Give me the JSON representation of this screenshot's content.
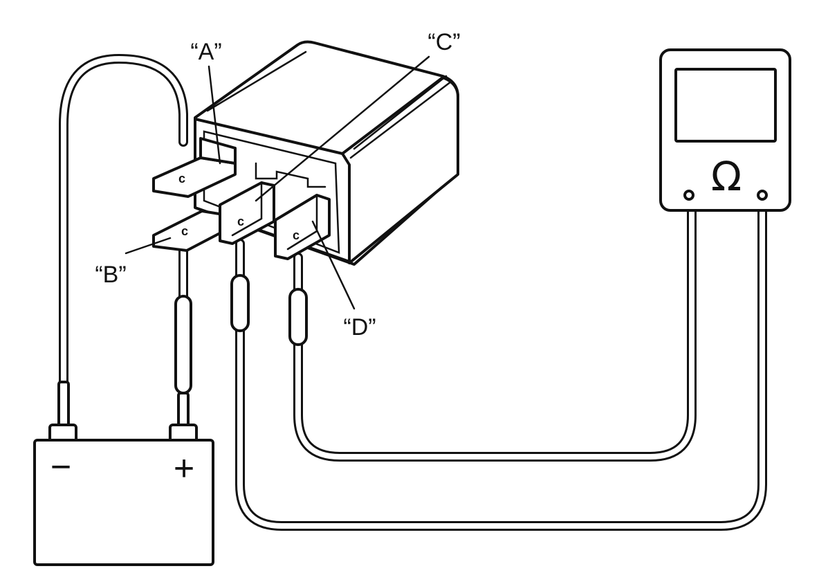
{
  "terminals": {
    "a": "“A”",
    "b": "“B”",
    "c": "“C”",
    "d": "“D”"
  },
  "pin_marking": "c",
  "battery": {
    "negative": "−",
    "positive": "+"
  },
  "meter": {
    "symbol": "Ω"
  }
}
